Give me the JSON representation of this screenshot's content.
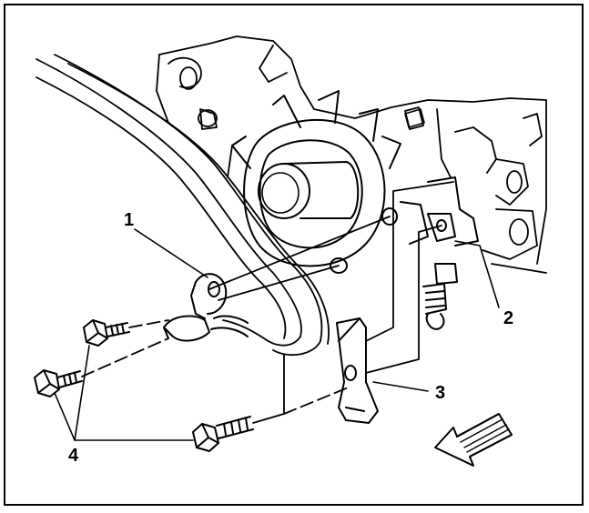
{
  "figure": {
    "line_color": "#000000",
    "background": "#ffffff",
    "callouts": [
      {
        "id": "1",
        "label": "1"
      },
      {
        "id": "2",
        "label": "2"
      },
      {
        "id": "3",
        "label": "3"
      },
      {
        "id": "4",
        "label": "4"
      }
    ],
    "direction_arrow_icon": "forward-arrow-icon"
  }
}
